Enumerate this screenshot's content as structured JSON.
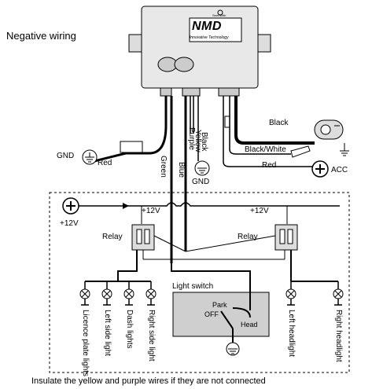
{
  "title": "Negative wiring",
  "module": {
    "brand": "NMD",
    "tagline": "Innovative Technology",
    "maker": "SeenWith"
  },
  "wires": {
    "black": "Black",
    "black_white": "Black/White",
    "red_acc": "Red",
    "acc": "ACC",
    "gnd_left": "GND",
    "red_left": "Red",
    "green": "Green",
    "blue": "Blue",
    "purple": "Purple",
    "yellow": "Yellow",
    "black_down": "Black",
    "gnd_bottom": "GND"
  },
  "power": {
    "left_12v": "+12V",
    "relay_left_12v": "+12V",
    "relay_right_12v": "+12V"
  },
  "relays": {
    "left": "Relay",
    "right": "Relay"
  },
  "light_switch": {
    "label": "Light switch",
    "off": "OFF",
    "park": "Park",
    "head": "Head"
  },
  "lamps": {
    "licence": "Licence plate lights",
    "left_side": "Left side light",
    "dash": "Dash lights",
    "right_side": "Right side light",
    "left_head": "Left headlight",
    "right_head": "Right headlight"
  },
  "footer": "Insulate the yellow and purple wires if they are not connected"
}
